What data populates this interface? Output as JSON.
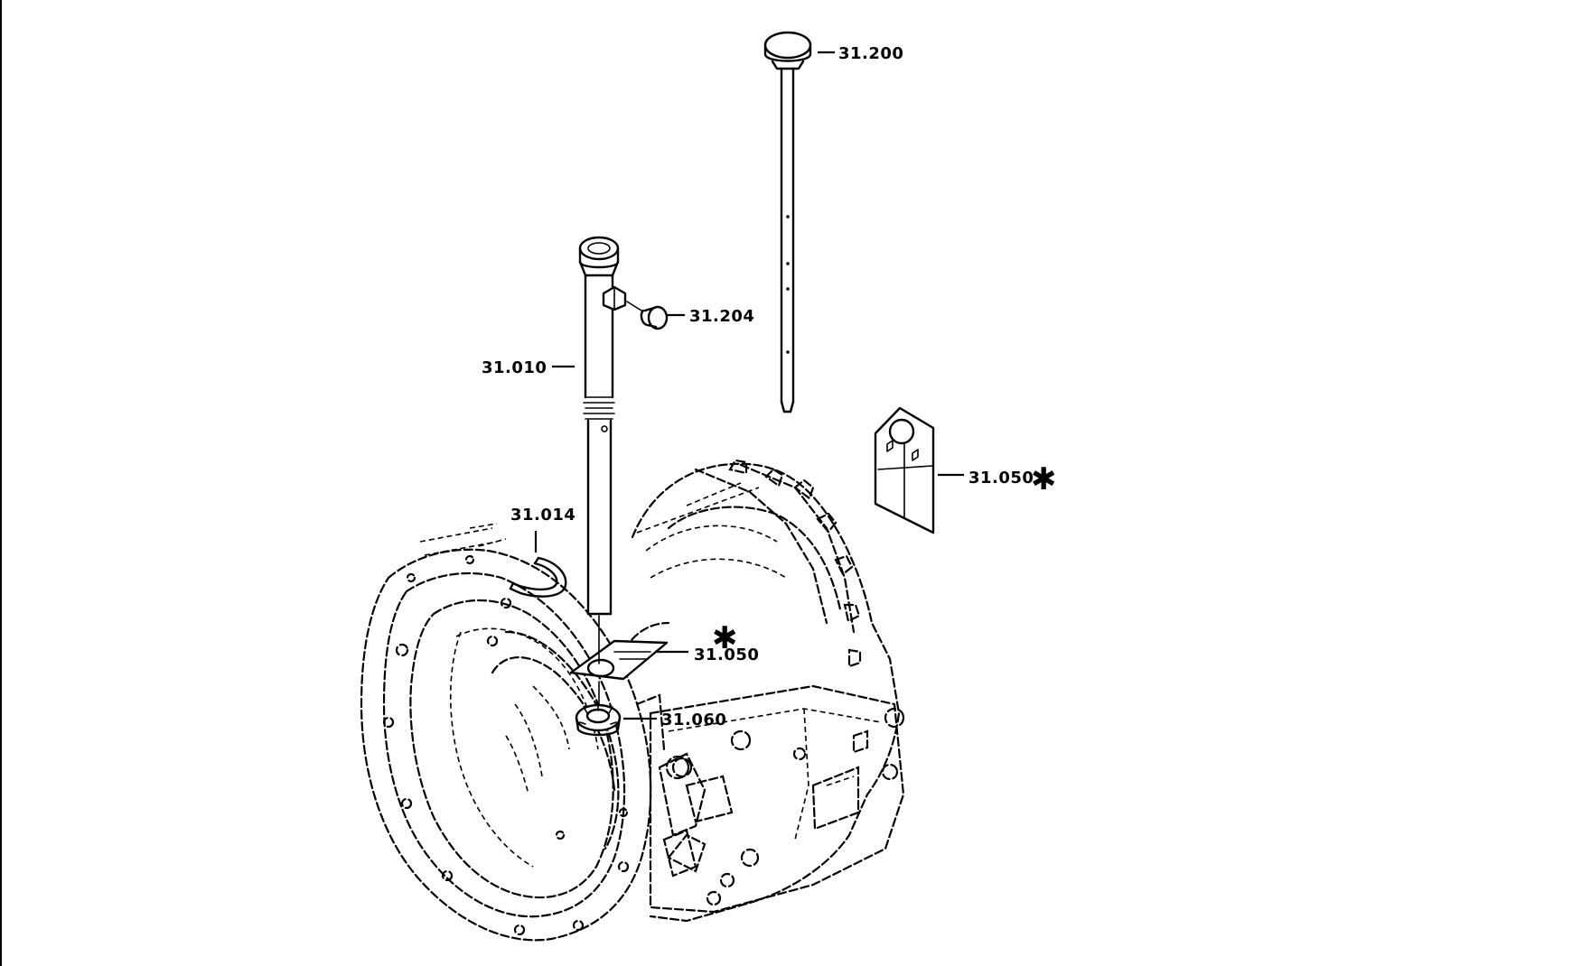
{
  "diagram": {
    "callouts": [
      {
        "id": "dipstick",
        "label": "31.200"
      },
      {
        "id": "breather",
        "label": "31.204"
      },
      {
        "id": "filler-tube",
        "label": "31.010"
      },
      {
        "id": "tag",
        "label": "31.050",
        "asterisk": "✱"
      },
      {
        "id": "retaining-ring",
        "label": "31.014"
      },
      {
        "id": "gasket",
        "label": "31.050",
        "asterisk": "✱"
      },
      {
        "id": "nut",
        "label": "31.060"
      }
    ]
  }
}
